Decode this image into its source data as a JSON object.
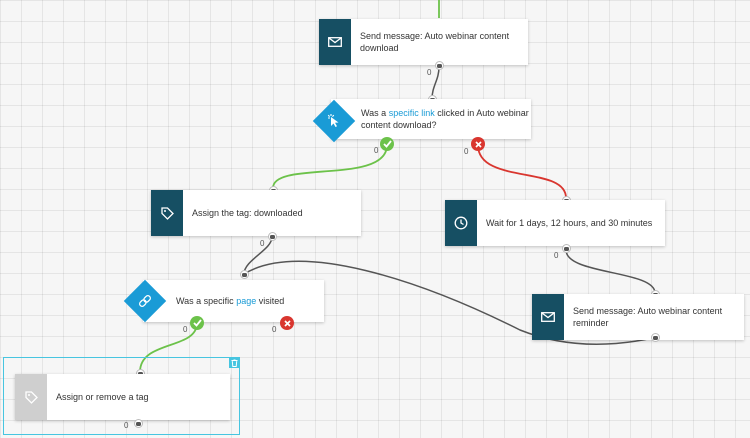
{
  "nodes": {
    "send_download": {
      "label": "Send message: Auto webinar content download",
      "count": "0"
    },
    "cond_link": {
      "prefix": "Was a ",
      "link": "specific link",
      "suffix": " clicked in Auto webinar content download?",
      "count_yes": "0",
      "count_no": "0"
    },
    "tag_downloaded": {
      "label": "Assign the tag: downloaded",
      "count": "0"
    },
    "wait": {
      "label": "Wait for 1 days, 12 hours, and 30 minutes",
      "count": "0"
    },
    "cond_page": {
      "prefix": "Was a specific ",
      "link": "page",
      "suffix": " visited",
      "count_yes": "0",
      "count_no": "0"
    },
    "send_reminder": {
      "label": "Send message: Auto webinar content reminder"
    },
    "assign_remove": {
      "label": "Assign or remove a tag",
      "count": "0"
    }
  },
  "colors": {
    "node_icon_bg": "#164f63",
    "diamond_bg": "#1a9bd6",
    "yes": "#6cc24a",
    "no": "#d9362f",
    "selection": "#47c5e0",
    "placeholder_icon_bg": "#cfcfcf"
  },
  "icons": {
    "send_download": "envelope-icon",
    "cond_link": "cursor-click-icon",
    "tag_downloaded": "tag-icon",
    "wait": "clock-icon",
    "cond_page": "link-icon",
    "send_reminder": "envelope-icon",
    "assign_remove": "tag-icon",
    "delete": "trash-icon"
  }
}
